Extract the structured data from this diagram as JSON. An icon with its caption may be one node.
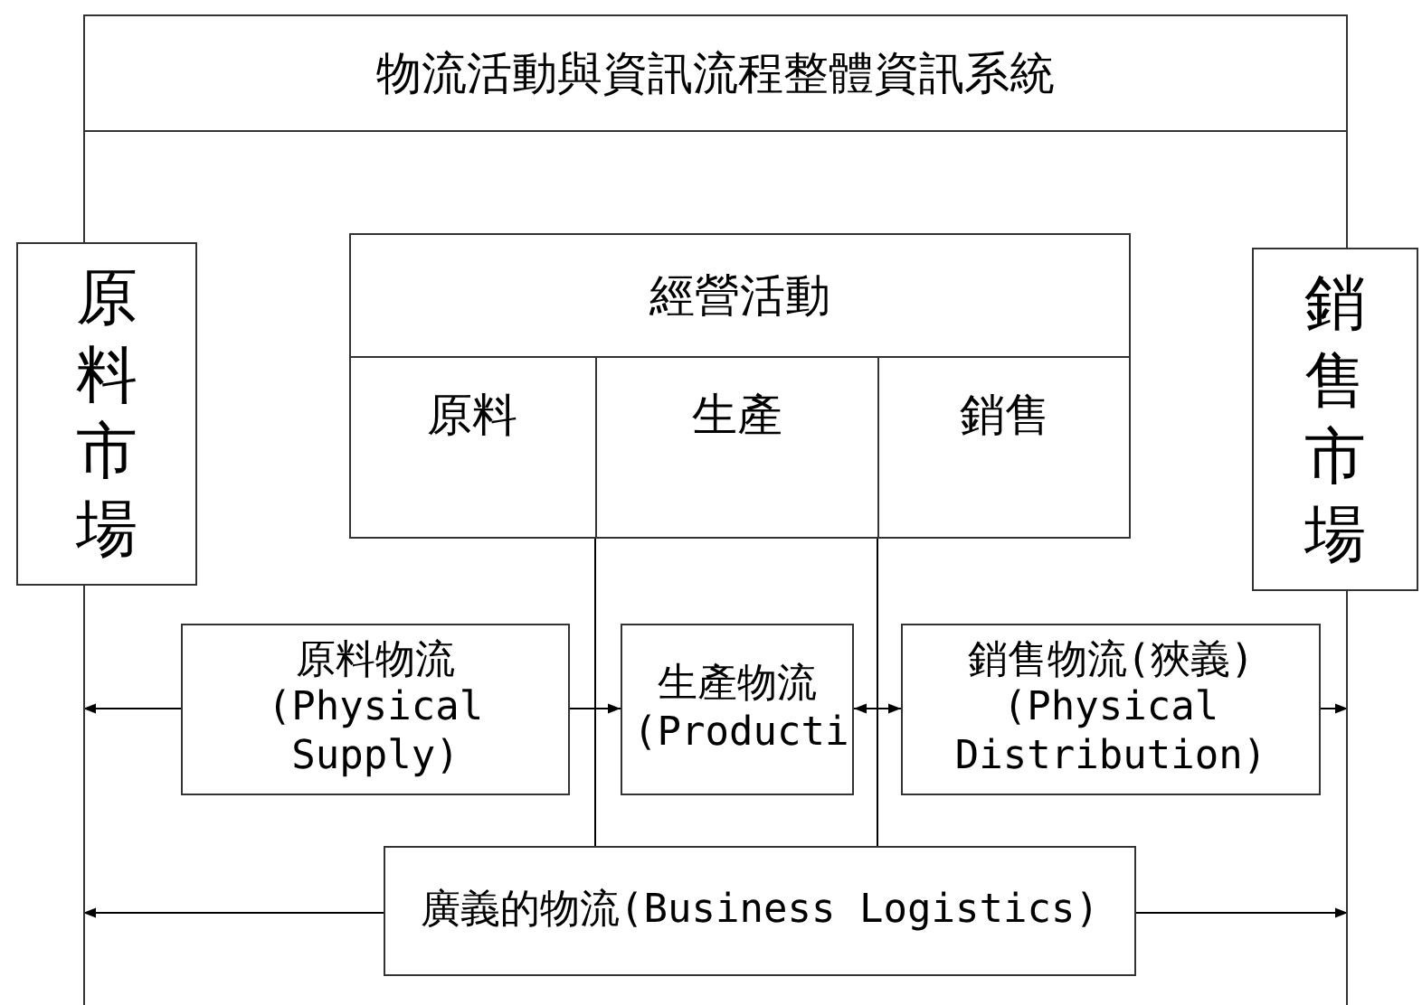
{
  "diagram": {
    "nodes": [
      {
        "text": [
          "物流活動與資訊流程整體資訊系統"
        ]
      },
      {
        "text": [
          "原料市場"
        ]
      },
      {
        "text": [
          "銷售市場"
        ]
      },
      {
        "text": [
          "經營活動"
        ],
        "in": 0
      },
      {
        "text": [
          "原料"
        ],
        "in": 3
      },
      {
        "text": [
          "生產"
        ],
        "in": 3
      },
      {
        "text": [
          "銷售"
        ],
        "in": 3
      },
      {
        "text": [
          "原料物流 (Physical Supply)"
        ],
        "in": 0
      },
      {
        "text": [
          "生產物流 (Producti"
        ],
        "in": 0
      },
      {
        "text": [
          "銷售物流(狹義) (Physical Distribution)"
        ],
        "in": 0
      },
      {
        "text": [
          "廣義的物流(Business Logistics)"
        ],
        "in": 0
      }
    ],
    "edges": [
      {
        "from": 7,
        "to": 0,
        "arrow": "to"
      },
      {
        "from": 7,
        "to": 8,
        "arrow": "to"
      },
      {
        "from": 8,
        "to": 9,
        "arrow": "both"
      },
      {
        "from": 9,
        "to": 0,
        "arrow": "to"
      },
      {
        "from": 3,
        "to": 10,
        "arrow": "none"
      },
      {
        "from": 3,
        "to": 10,
        "arrow": "none"
      },
      {
        "from": 10,
        "to": 0,
        "arrow": "to"
      },
      {
        "from": 10,
        "to": 0,
        "arrow": "to"
      }
    ]
  }
}
